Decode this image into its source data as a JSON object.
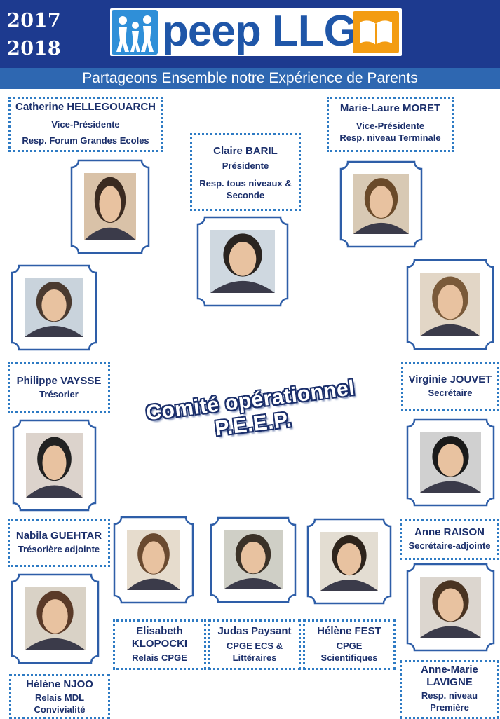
{
  "header": {
    "year1": "2017",
    "year2": "2018",
    "logo_text": "peep LLG",
    "tagline": "Partageons Ensemble notre Expérience de Parents"
  },
  "center_title": {
    "line1": "Comité opérationnel",
    "line2": "P.E.E.P."
  },
  "members": [
    {
      "name": "Catherine HELLEGOUARCH",
      "roles": [
        "Vice-Présidente",
        "Resp. Forum Grandes Ecoles"
      ]
    },
    {
      "name": "Claire BARIL",
      "roles": [
        "Présidente",
        "Resp. tous niveaux & Seconde"
      ]
    },
    {
      "name": "Marie-Laure MORET",
      "roles": [
        "Vice-Présidente",
        "Resp. niveau Terminale"
      ]
    },
    {
      "name": "Philippe VAYSSE",
      "roles": [
        "Trésorier"
      ]
    },
    {
      "name": "Virginie JOUVET",
      "roles": [
        "Secrétaire"
      ]
    },
    {
      "name": "Nabila GUEHTAR",
      "roles": [
        "Trésorière adjointe"
      ]
    },
    {
      "name": "Anne RAISON",
      "roles": [
        "Secrétaire-adjointe"
      ]
    },
    {
      "name": "Hélène NJOO",
      "roles": [
        "Relais MDL",
        "Convivialité"
      ]
    },
    {
      "name": "Elisabeth KLOPOCKI",
      "roles": [
        "Relais CPGE"
      ]
    },
    {
      "name": "Judas Paysant",
      "roles": [
        "CPGE ECS & Littéraires"
      ]
    },
    {
      "name": "Hélène FEST",
      "roles": [
        "CPGE Scientifiques"
      ]
    },
    {
      "name": "Anne-Marie LAVIGNE",
      "roles": [
        "Resp. niveau Première"
      ]
    }
  ],
  "colors": {
    "header_bg": "#1d3a8f",
    "tagline_bg": "#2e67b1",
    "card_border": "#2e7bc4",
    "text": "#1b2f6b",
    "logo_orange": "#f39c12"
  }
}
